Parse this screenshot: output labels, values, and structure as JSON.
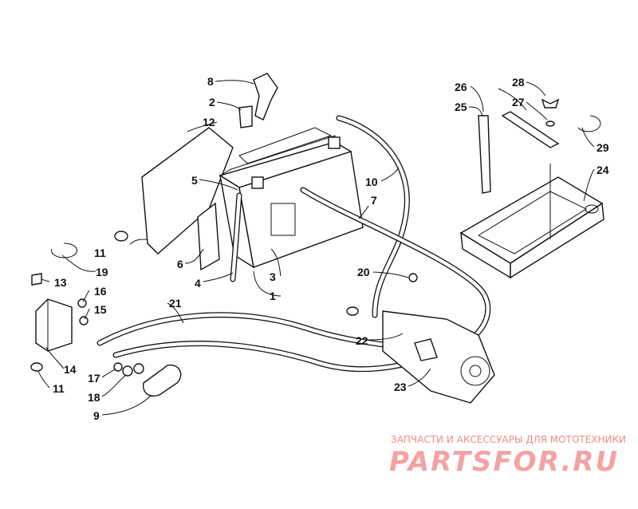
{
  "callouts": [
    "1",
    "2",
    "3",
    "4",
    "5",
    "6",
    "7",
    "8",
    "9",
    "10",
    "11",
    "11",
    "12",
    "13",
    "14",
    "15",
    "16",
    "17",
    "18",
    "19",
    "20",
    "21",
    "22",
    "23",
    "24",
    "25",
    "26",
    "27",
    "28",
    "29"
  ],
  "watermark": {
    "subtitle": "ЗАПЧАСТИ И АКСЕССУАРЫ ДЛЯ МОТОТЕХНИКИ",
    "brand": "PARTSFOR.RU"
  },
  "colors": {
    "ink": "#111111",
    "watermark": "#f3a3a3",
    "background": "#ffffff"
  }
}
